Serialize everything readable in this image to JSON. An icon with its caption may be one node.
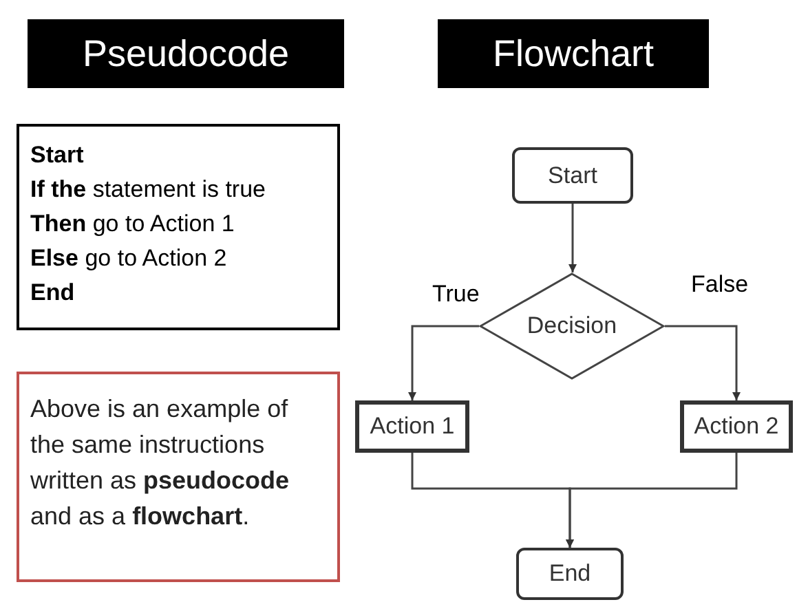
{
  "diagram": {
    "nodes": [
      {
        "text": [
          "Pseudocode"
        ]
      },
      {
        "text": [
          "Flowchart"
        ]
      },
      {
        "text": [
          "**Start**",
          "**If the** statement is true",
          "**Then** go to Action 1",
          "**Else** go to Action 2",
          "**End**"
        ]
      },
      {
        "text": [
          "Above is an example of the same instructions written as **pseudocode** and as a **flowchart**."
        ]
      },
      {
        "text": [
          "Start"
        ]
      },
      {
        "text": [
          "Decision"
        ]
      },
      {
        "text": [
          "Action 1"
        ]
      },
      {
        "text": [
          "Action 2"
        ]
      },
      {
        "text": [
          "End"
        ]
      }
    ],
    "edges": [
      {
        "from": 4,
        "to": 5,
        "arrow": "to"
      },
      {
        "from": 5,
        "to": 6,
        "arrow": "to",
        "label": "True"
      },
      {
        "from": 5,
        "to": 7,
        "arrow": "to",
        "label": "False"
      },
      {
        "from": 6,
        "to": 8,
        "arrow": "to"
      },
      {
        "from": 7,
        "to": 8,
        "arrow": "to"
      }
    ]
  }
}
